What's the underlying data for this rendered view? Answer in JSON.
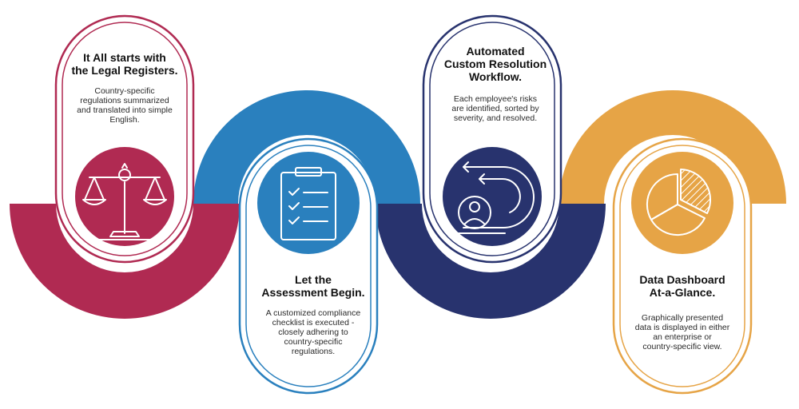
{
  "steps": [
    {
      "title_line1": "It All starts with",
      "title_line2": "the Legal Registers.",
      "desc_line1": "Country-specific",
      "desc_line2": "regulations summarized",
      "desc_line3": "and translated into simple",
      "desc_line4": "English.",
      "icon": "scales-icon",
      "color": "#B02A52"
    },
    {
      "title_line1": "Let the",
      "title_line2": "Assessment Begin.",
      "desc_line1": "A customized compliance",
      "desc_line2": "checklist is executed -",
      "desc_line3": "closely adhering to",
      "desc_line4": "country-specific",
      "desc_line5": "regulations.",
      "icon": "clipboard-checklist-icon",
      "color": "#2A80BE"
    },
    {
      "title_line1": "Automated",
      "title_line2": "Custom Resolution",
      "title_line3": "Workflow.",
      "desc_line1": "Each employee's risks",
      "desc_line2": "are identified, sorted by",
      "desc_line3": "severity, and resolved.",
      "icon": "person-workflow-icon",
      "color": "#28336E"
    },
    {
      "title_line1": "Data Dashboard",
      "title_line2": "At-a-Glance.",
      "desc_line1": "Graphically presented",
      "desc_line2": "data is displayed in either",
      "desc_line3": "an enterprise or",
      "desc_line4": "country-specific view.",
      "icon": "pie-chart-icon",
      "color": "#E6A446"
    }
  ]
}
